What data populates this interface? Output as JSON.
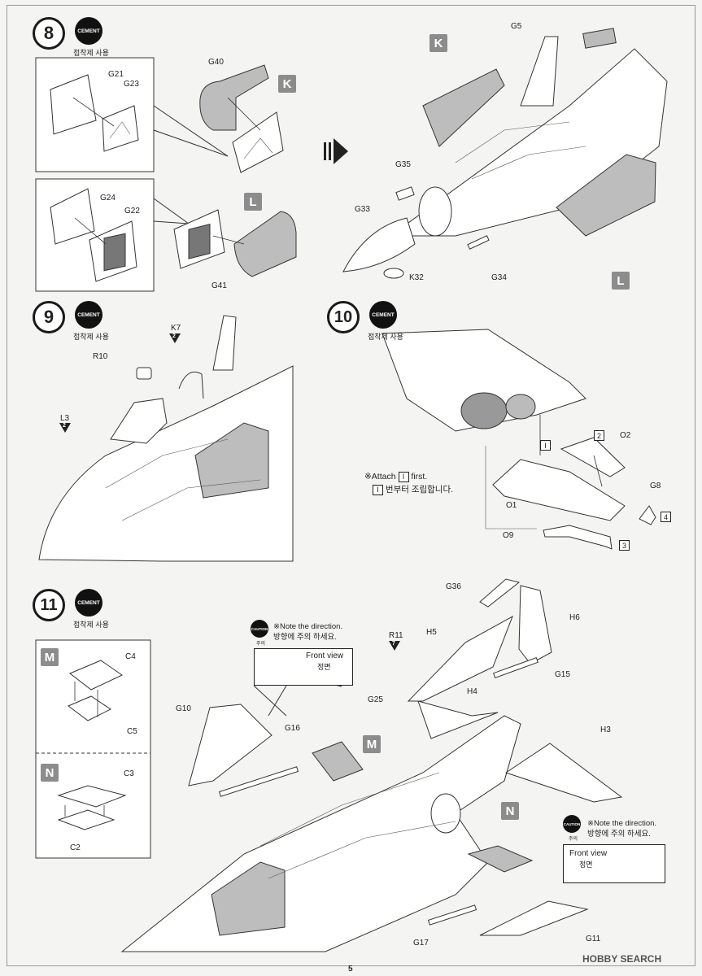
{
  "steps": [
    {
      "number": "8",
      "cement": "CEMENT",
      "cement_sub": "접착제 사용"
    },
    {
      "number": "9",
      "cement": "CEMENT",
      "cement_sub": "접착제 사용"
    },
    {
      "number": "10",
      "cement": "CEMENT",
      "cement_sub": "접착제 사용"
    },
    {
      "number": "11",
      "cement": "CEMENT",
      "cement_sub": "접착제 사용"
    }
  ],
  "subassembly_letters": {
    "k": "K",
    "l": "L",
    "m": "M",
    "n": "N"
  },
  "part_labels": {
    "g21": "G21",
    "g23": "G23",
    "g40": "G40",
    "g24": "G24",
    "g22": "G22",
    "g41": "G41",
    "g5": "G5",
    "g35": "G35",
    "g33": "G33",
    "k32": "K32",
    "g34": "G34",
    "r10": "R10",
    "k7": "K7",
    "k7_num": "2",
    "l3": "L3",
    "l3_num": "2",
    "o2": "O2",
    "g8": "G8",
    "o1": "O1",
    "o9": "O9",
    "box2": "2",
    "box4": "4",
    "box3": "3",
    "box1": "I",
    "c4": "C4",
    "c5": "C5",
    "c3": "C3",
    "c2": "C2",
    "g36": "G36",
    "h6": "H6",
    "r11": "R11",
    "r11_num": "7",
    "h5": "H5",
    "g15": "G15",
    "h4": "H4",
    "g25": "G25",
    "g10": "G10",
    "g16": "G16",
    "h3": "H3",
    "g17": "G17",
    "g11": "G11"
  },
  "notes": {
    "attach_en": "※Attach",
    "attach_box": "I",
    "attach_en_end": "first.",
    "attach_kr_box": "I",
    "attach_kr": "번부터 조립합니다.",
    "direction_en": "※Note the direction.",
    "direction_kr": "방향에 주의 하세요.",
    "caution": "CAUTION",
    "caution_sub": "주의",
    "front_view": "Front view",
    "front_view_kr": "정면"
  },
  "footer": {
    "page_number": "5",
    "watermark": "HOBBY SEARCH"
  }
}
